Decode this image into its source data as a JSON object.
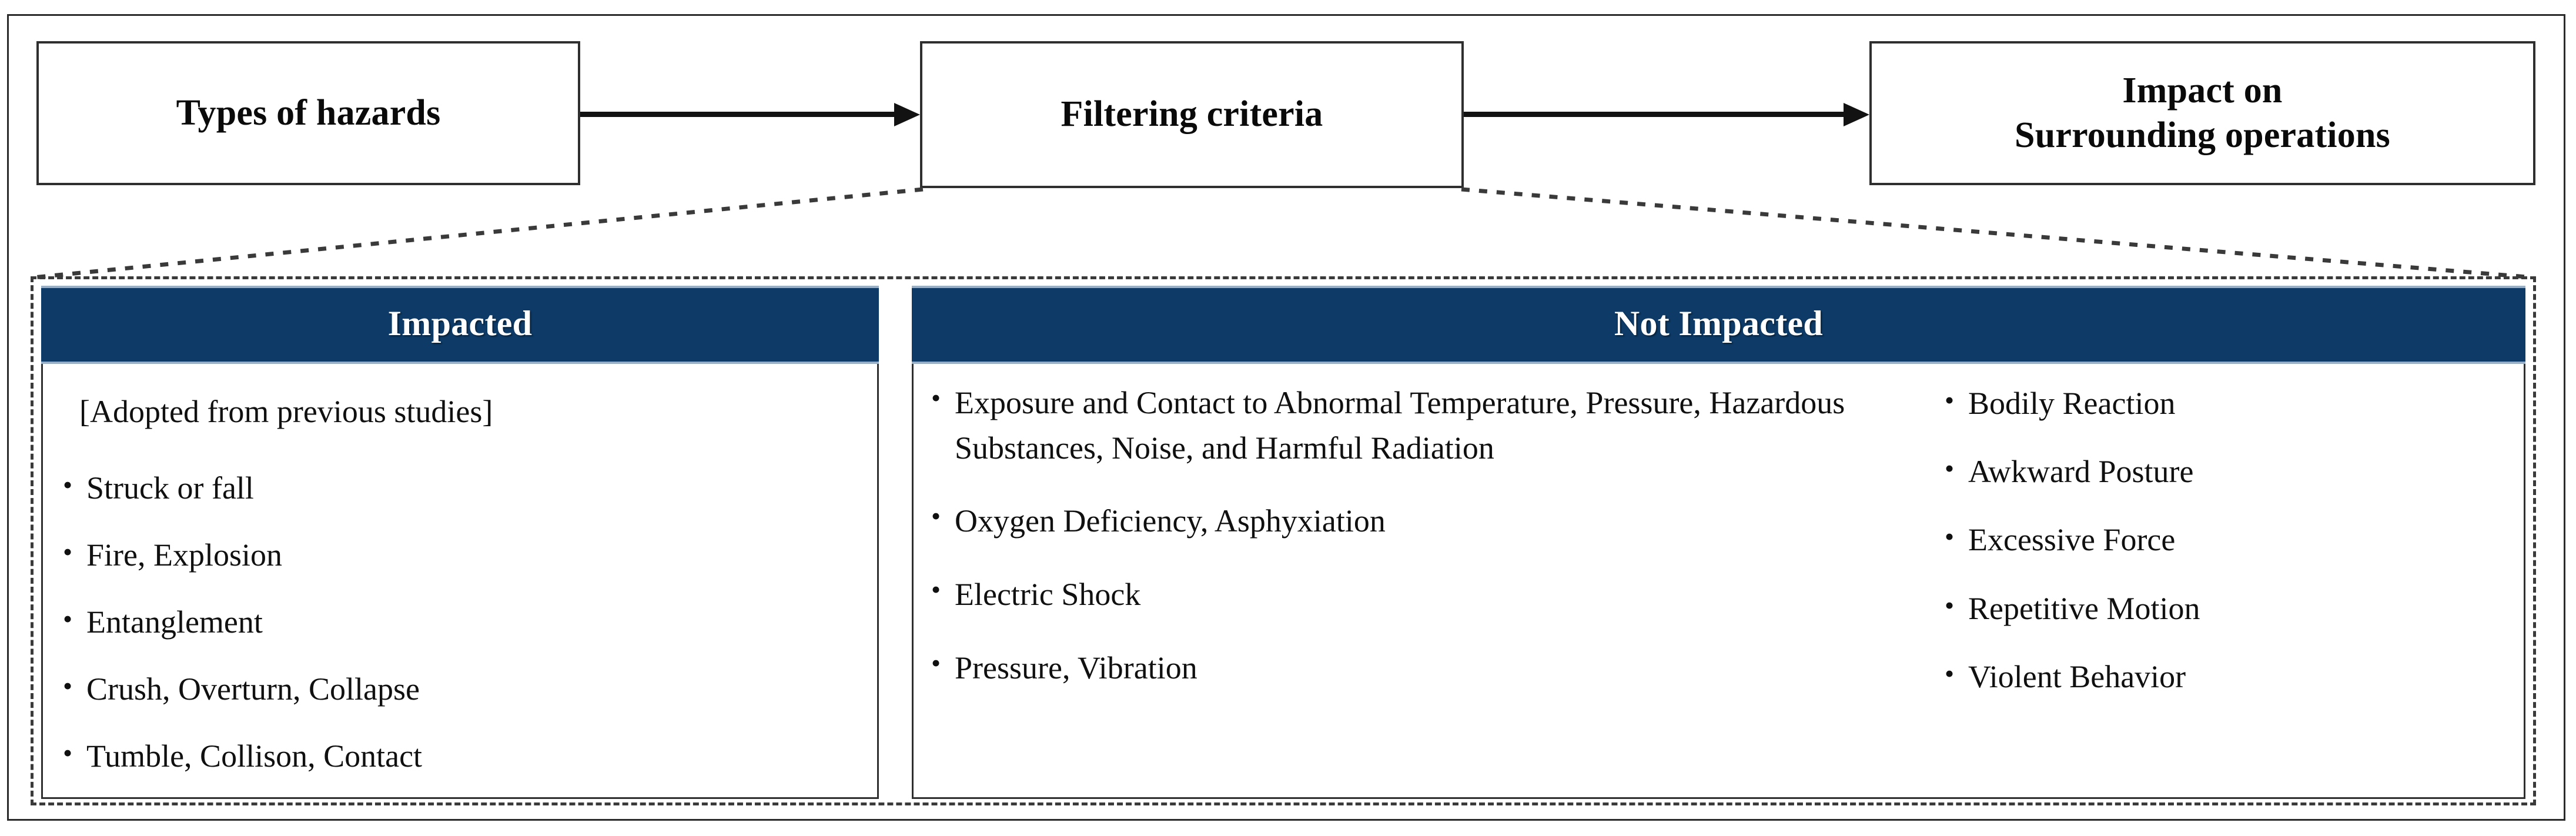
{
  "flow": {
    "steps": [
      {
        "id": "types-of-hazards",
        "lines": [
          "Types of hazards"
        ]
      },
      {
        "id": "filtering-criteria",
        "lines": [
          "Filtering criteria"
        ]
      },
      {
        "id": "impact-on-surrounding-operations",
        "lines": [
          "Impact on",
          "Surrounding operations"
        ]
      }
    ],
    "arrows": [
      {
        "id": "arrow-hazards-to-filtering",
        "icon": "arrow-right-icon"
      },
      {
        "id": "arrow-filtering-to-impact",
        "icon": "arrow-right-icon"
      }
    ]
  },
  "colors": {
    "header_navy": "#0d3a66",
    "header_border": "#9aaec4",
    "box_border": "#2f2f2f",
    "frame_border": "#2b2b2b",
    "dashed_border": "#3a3a3a",
    "text": "#101010",
    "header_text": "#ffffff"
  },
  "panels": {
    "impacted": {
      "title": "Impacted",
      "note": "[Adopted from previous studies]",
      "items": [
        "Struck or fall",
        "Fire, Explosion",
        "Entanglement",
        "Crush, Overturn, Collapse",
        "Tumble, Collison, Contact"
      ]
    },
    "not_impacted": {
      "title": "Not Impacted",
      "items_main": [
        "Exposure and Contact to Abnormal Temperature, Pressure, Hazardous Substances, Noise, and  Harmful Radiation",
        "Oxygen Deficiency, Asphyxiation",
        "Electric Shock",
        "Pressure, Vibration"
      ],
      "items_side": [
        "Bodily Reaction",
        "Awkward Posture",
        "Excessive Force",
        "Repetitive Motion",
        "Violent Behavior"
      ]
    }
  }
}
